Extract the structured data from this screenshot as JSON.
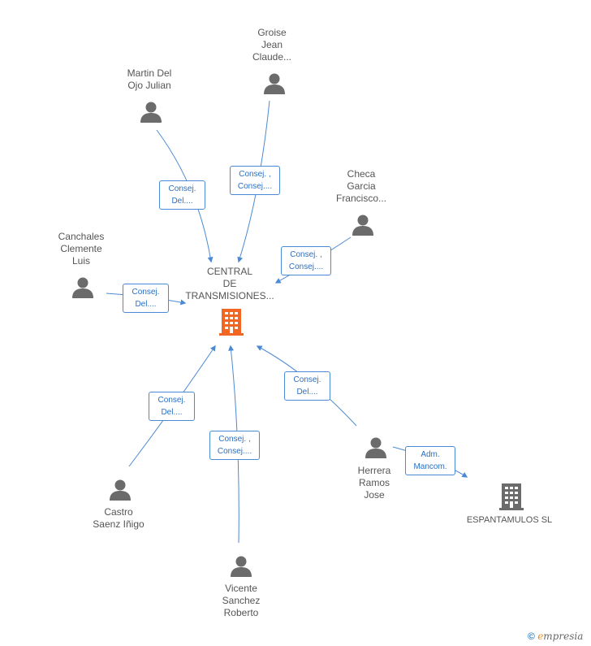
{
  "center": {
    "name_lines": [
      "CENTRAL",
      "DE",
      "TRANSMISIONES..."
    ],
    "color": "#f26522"
  },
  "persons": [
    {
      "id": "groise",
      "name_lines": [
        "Groise",
        "Jean",
        "Claude..."
      ]
    },
    {
      "id": "martin",
      "name_lines": [
        "Martin Del",
        "Ojo Julian"
      ]
    },
    {
      "id": "checa",
      "name_lines": [
        "Checa",
        "Garcia",
        "Francisco..."
      ]
    },
    {
      "id": "canchales",
      "name_lines": [
        "Canchales",
        "Clemente",
        "Luis"
      ]
    },
    {
      "id": "castro",
      "name_lines": [
        "Castro",
        "Saenz Iñigo"
      ]
    },
    {
      "id": "vicente",
      "name_lines": [
        "Vicente",
        "Sanchez",
        "Roberto"
      ]
    },
    {
      "id": "herrera",
      "name_lines": [
        "Herrera",
        "Ramos",
        "Jose"
      ]
    }
  ],
  "companies": [
    {
      "id": "espantamulos",
      "name": "ESPANTAMULOS SL",
      "color": "#6b6b6b"
    }
  ],
  "relations": [
    {
      "id": "martin",
      "lines": [
        "Consej.",
        "Del...."
      ]
    },
    {
      "id": "groise",
      "lines": [
        "Consej. ,",
        "Consej...."
      ]
    },
    {
      "id": "checa",
      "lines": [
        "Consej. ,",
        "Consej...."
      ]
    },
    {
      "id": "canchales",
      "lines": [
        "Consej.",
        "Del...."
      ]
    },
    {
      "id": "herrera",
      "lines": [
        "Consej.",
        "Del...."
      ]
    },
    {
      "id": "castro",
      "lines": [
        "Consej.",
        "Del...."
      ]
    },
    {
      "id": "vicente",
      "lines": [
        "Consej. ,",
        "Consej...."
      ]
    },
    {
      "id": "adm",
      "lines": [
        "Adm.",
        "Mancom."
      ]
    }
  ],
  "colors": {
    "edge": "#4a8ad4",
    "person_icon": "#6b6b6b"
  },
  "brand": {
    "symbol": "©",
    "initial": "e",
    "rest": "mpresia"
  }
}
